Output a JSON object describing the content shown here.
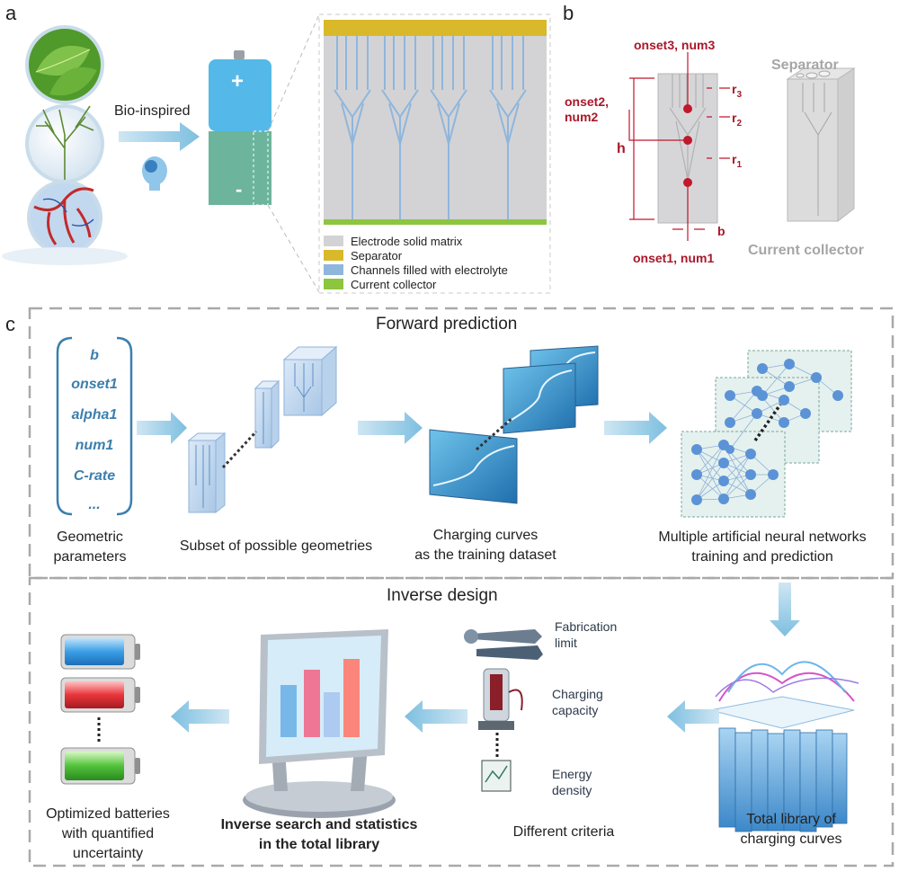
{
  "panels": {
    "a": "a",
    "b": "b",
    "c": "c"
  },
  "panel_a": {
    "arrow_label": "Bio-inspired",
    "battery_plus": "+",
    "battery_minus": "-",
    "legend": [
      {
        "label": "Electrode solid matrix",
        "color": "#d3d3d5"
      },
      {
        "label": "Separator",
        "color": "#d9b92a"
      },
      {
        "label": "Channels filled with electrolyte",
        "color": "#8fb6dc"
      },
      {
        "label": "Current collector",
        "color": "#8cc63f"
      }
    ]
  },
  "panel_b": {
    "onset3": "onset3, num3",
    "onset2_line1": "onset2,",
    "onset2_line2": "num2",
    "onset1": "onset1, num1",
    "h": "h",
    "b": "b",
    "r3": "r",
    "r3_sub": "3",
    "r2": "r",
    "r2_sub": "2",
    "r1": "r",
    "r1_sub": "1",
    "separator": "Separator",
    "current_collector": "Current collector"
  },
  "panel_c": {
    "forward_title": "Forward prediction",
    "inverse_title": "Inverse design",
    "params": [
      "b",
      "onset1",
      "alpha1",
      "num1",
      "C-rate",
      "..."
    ],
    "geometric_line1": "Geometric",
    "geometric_line2": "parameters",
    "subset_label": "Subset of possible geometries",
    "charging_line1": "Charging curves",
    "charging_line2": "as the training dataset",
    "ann_line1": "Multiple artificial neural networks",
    "ann_line2": "training and prediction",
    "fabrication_line1": "Fabrication",
    "fabrication_line2": "limit",
    "capacity_line1": "Charging",
    "capacity_line2": "capacity",
    "energy_line1": "Energy",
    "energy_line2": "density",
    "optimized_line1": "Optimized batteries",
    "optimized_line2": "with quantified",
    "optimized_line3": "uncertainty",
    "search_line1": "Inverse search and statistics",
    "search_line2": "in the total library",
    "criteria_label": "Different criteria",
    "library_line1": "Total library of",
    "library_line2": "charging curves"
  }
}
